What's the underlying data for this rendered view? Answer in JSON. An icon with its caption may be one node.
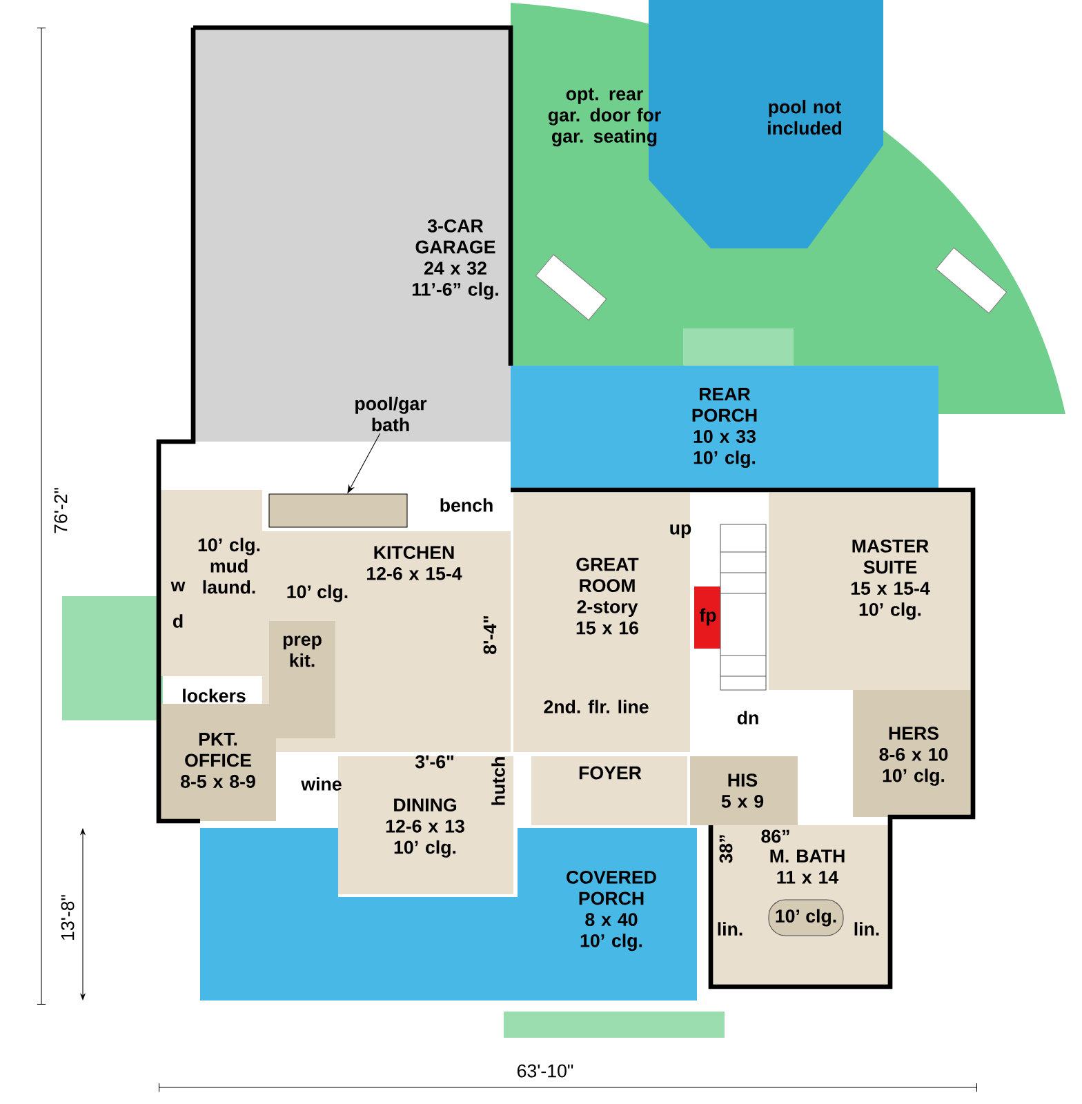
{
  "diagram": {
    "nodes": [
      {
        "text": [
          "3-CAR GARAGE",
          "24 x 32",
          "11’-6” clg."
        ]
      },
      {
        "text": [
          "pool not included"
        ]
      },
      {
        "text": [
          "pool/gar bath"
        ],
        "in": 0
      },
      {
        "text": [
          "REAR PORCH",
          "10 x 33",
          "10’ clg."
        ]
      },
      {
        "text": [],
        "shape": "box"
      },
      {
        "text": [
          "10’ clg.",
          "mud laund."
        ]
      },
      {
        "text": [
          "KITCHEN",
          "12-6 x 15-4"
        ]
      },
      {
        "text": [
          "GREAT ROOM",
          "2-story",
          "15 x 16"
        ]
      },
      {
        "text": [
          "fp"
        ]
      },
      {
        "text": [
          "MASTER SUITE",
          "15 x 15-4",
          "10’ clg."
        ]
      },
      {
        "text": [
          "prep kit."
        ],
        "in": 6
      },
      {
        "text": [
          "PKT. OFFICE",
          "8-5 x 8-9"
        ]
      },
      {
        "text": [
          "HERS",
          "8-6 x 10",
          "10’ clg."
        ]
      },
      {
        "text": [
          "DINING",
          "12-6 x 13",
          "10’ clg."
        ]
      },
      {
        "text": [
          "FOYER"
        ]
      },
      {
        "text": [
          "HIS",
          "5 x 9"
        ]
      },
      {
        "text": [
          "COVERED PORCH",
          "8 x 40",
          "10’ clg."
        ]
      },
      {
        "text": [
          "M. BATH",
          "11 x 14"
        ]
      }
    ],
    "edges": [
      {
        "from": 2,
        "to": 4,
        "arrow": "to"
      }
    ],
    "labels": [
      "opt. rear gar. door for gar. seating",
      "bench",
      "up",
      "w",
      "10’ clg.",
      "d",
      "8'-4\"",
      "lockers",
      "2nd. flr. line",
      "dn",
      "3'-6\"",
      "hutch",
      "wine",
      "86”",
      "38”",
      "10’ clg.",
      "lin.",
      "lin.",
      "76'-2\"",
      "13'-8\"",
      "63'-10\""
    ]
  }
}
